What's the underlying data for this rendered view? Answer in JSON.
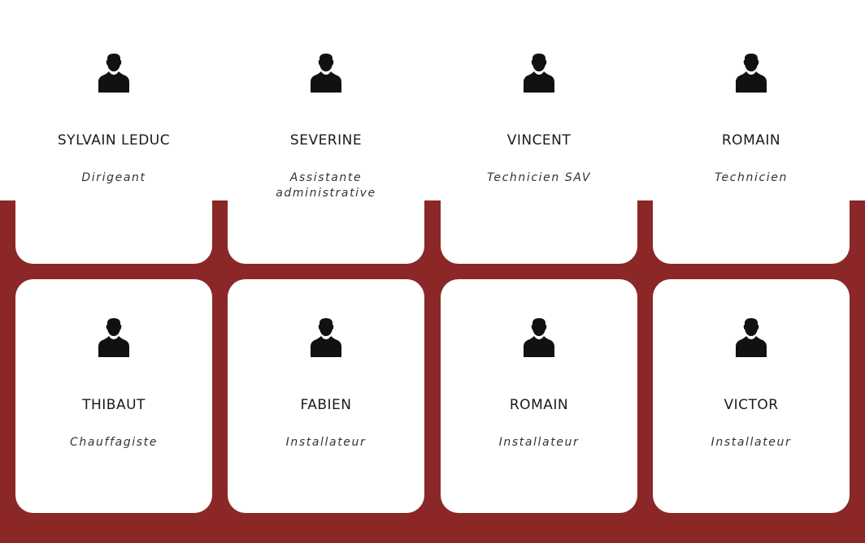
{
  "colors": {
    "background_top": "#ffffff",
    "background_band": "#8b2727",
    "card": "#ffffff",
    "icon": "#111111",
    "text": "#1a1a1a"
  },
  "team": {
    "icon": "person-silhouette-icon",
    "members": [
      {
        "name": "SYLVAIN LEDUC",
        "role": "Dirigeant"
      },
      {
        "name": "SEVERINE",
        "role": "Assistante administrative"
      },
      {
        "name": "VINCENT",
        "role": "Technicien SAV"
      },
      {
        "name": "ROMAIN",
        "role": "Technicien"
      },
      {
        "name": "THIBAUT",
        "role": "Chauffagiste"
      },
      {
        "name": "FABIEN",
        "role": "Installateur"
      },
      {
        "name": "ROMAIN",
        "role": "Installateur"
      },
      {
        "name": "VICTOR",
        "role": "Installateur"
      }
    ]
  }
}
